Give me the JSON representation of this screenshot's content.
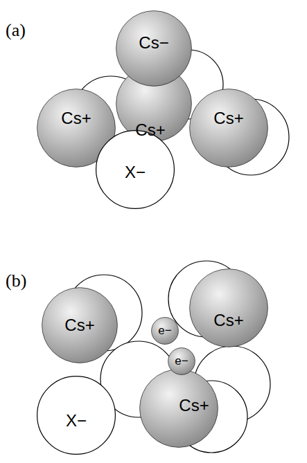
{
  "diagram": {
    "nodes": [
      {
        "text": [
          "Cs−"
        ]
      },
      {
        "text": [
          "Cs+"
        ]
      },
      {
        "text": [
          "Cs+"
        ]
      },
      {
        "text": [
          "Cs+"
        ]
      },
      {
        "text": [
          "X−"
        ]
      },
      {
        "text": [
          "Cs+"
        ]
      },
      {
        "text": [
          "e−"
        ]
      },
      {
        "text": [
          "Cs+"
        ]
      },
      {
        "text": [
          "e−"
        ]
      },
      {
        "text": [
          "X−"
        ]
      },
      {
        "text": [
          "Cs+"
        ]
      }
    ],
    "labels": [
      "(a)",
      "(b)"
    ]
  }
}
